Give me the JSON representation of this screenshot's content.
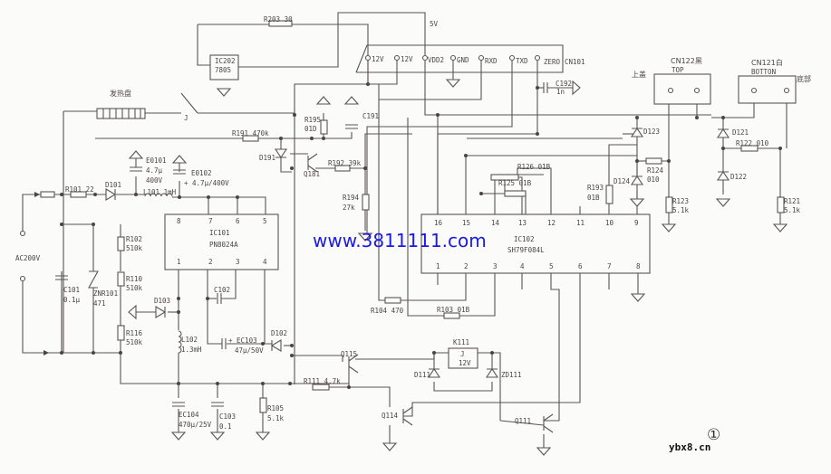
{
  "site_watermark": "www.3811111.com",
  "corner_watermark": "ybx8.cn",
  "figure_number": "①",
  "labels": {
    "r203": "R203 30",
    "ic202_a": "IC202",
    "ic202_b": "7805",
    "v5": "5V",
    "cn101_12v_a": "12V",
    "cn101_12v_b": "12V",
    "cn101_vdd2": "VDD2",
    "cn101_gnd": "GND",
    "cn101_rxd": "RXD",
    "cn101_txd": "TXD",
    "cn101_zero": "ZERO",
    "cn101": "CN101",
    "c192_a": "C192",
    "c192_b": "1n",
    "top_lid": "上盖",
    "cn122_a": "CN122黑",
    "cn122_b": "TOP",
    "cn121_a": "CN121白",
    "cn121_b": "BOTTON",
    "bottom": "底部",
    "d123": "D123",
    "d121": "D121",
    "r122": "R122 010",
    "r124_a": "R124",
    "r124_b": "010",
    "d124": "D124",
    "r193_a": "R193",
    "r193_b": "01B",
    "r123_a": "R123",
    "r123_b": "5.1k",
    "d122": "D122",
    "r121_a": "R121",
    "r121_b": "5.1k",
    "r126": "R126 01B",
    "r125": "R125 01B",
    "heater": "发热盘",
    "relay_contact": "J",
    "r195_a": "R195",
    "r195_b": "01D",
    "c191": "C191",
    "r191": "R191 470k",
    "d191": "D191",
    "q181": "Q181",
    "r192": "R192 39k",
    "r194_a": "R194",
    "r194_b": "27k",
    "e0101_a": "E0101",
    "e0101_b": "4.7μ",
    "e0101_c": "400V",
    "e0102_a": "E0102",
    "e0102_b": "+ 4.7μ/400V",
    "r101": "R101 22",
    "d101": "D101",
    "l101": "L101 1mH",
    "ac": "AC200V",
    "r102_a": "R102",
    "r102_b": "510k",
    "r110_a": "R110",
    "r110_b": "510k",
    "r116_a": "R116",
    "r116_b": "510k",
    "c101_a": "C101",
    "c101_b": "0.1μ",
    "znr_a": "ZNR101",
    "znr_b": "471",
    "ic101_a": "IC101",
    "ic101_b": "PN8024A",
    "d103": "D103",
    "c102": "C102",
    "l102_a": "L102",
    "l102_b": "1.3mH",
    "ec103_a": "+ EC103",
    "ec103_b": "47μ/50V",
    "d102": "D102",
    "ec104_a": "EC104",
    "ec104_b": "470μ/25V",
    "c103_a": "C103",
    "c103_b": "0.1",
    "r105_a": "R105",
    "r105_b": "5.1k",
    "r111": "R111 4.7k",
    "q115": "Q115",
    "q114": "Q114",
    "q111": "Q111",
    "k111": "K111",
    "k111_j": "J",
    "k111_v": "12V",
    "d111": "D111",
    "zd111": "ZD111",
    "r104": "R104 470",
    "r103": "R103 01B",
    "ic102_a": "IC102",
    "ic102_b": "SH79F084L"
  },
  "ic101_pins_top": [
    "8",
    "7",
    "6",
    "5"
  ],
  "ic101_pins_bottom": [
    "1",
    "2",
    "3",
    "4"
  ],
  "ic102_pins_top": [
    "16",
    "15",
    "14",
    "13",
    "12",
    "11",
    "10",
    "9"
  ],
  "ic102_pins_bottom": [
    "1",
    "2",
    "3",
    "4",
    "5",
    "6",
    "7",
    "8"
  ]
}
